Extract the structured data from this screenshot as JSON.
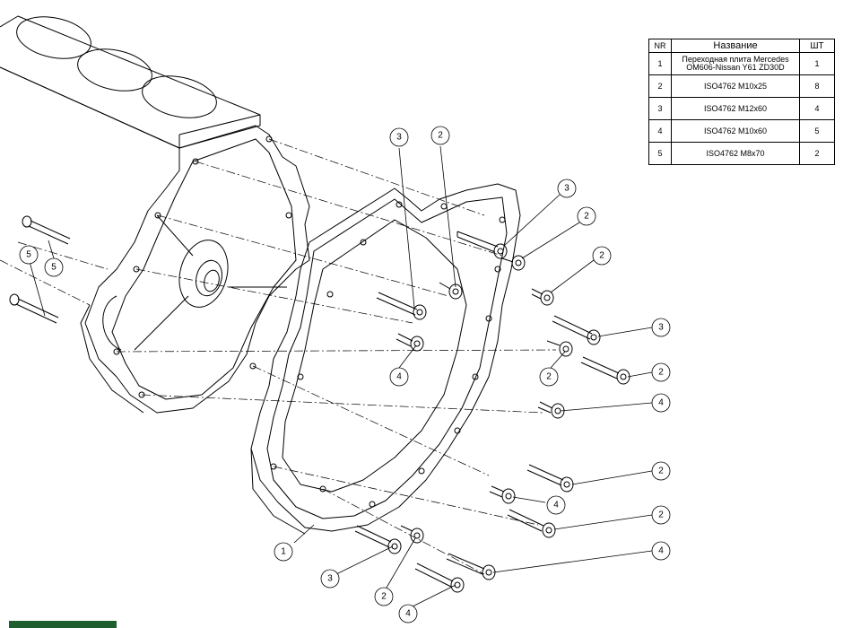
{
  "bom": {
    "headers": {
      "nr": "NR",
      "name": "Название",
      "qty": "ШТ"
    },
    "rows": [
      {
        "nr": "1",
        "name_line1": "Переходная плита Mercedes",
        "name_line2": "OM606-Nissan Y61 ZD30D",
        "qty": "1"
      },
      {
        "nr": "2",
        "name_line1": "ISO4762 M10x25",
        "name_line2": "",
        "qty": "8"
      },
      {
        "nr": "3",
        "name_line1": "ISO4762 M12x60",
        "name_line2": "",
        "qty": "4"
      },
      {
        "nr": "4",
        "name_line1": "ISO4762 M10x60",
        "name_line2": "",
        "qty": "5"
      },
      {
        "nr": "5",
        "name_line1": "ISO4762 M8x70",
        "name_line2": "",
        "qty": "2"
      }
    ]
  },
  "balloons": [
    "3",
    "2",
    "3",
    "2",
    "2",
    "5",
    "5",
    "3",
    "2",
    "2",
    "4",
    "2",
    "4",
    "2",
    "4",
    "4",
    "1",
    "3",
    "2",
    "4"
  ],
  "colors": {
    "line": "#000000",
    "footer_bar": "#1f5f2f"
  }
}
